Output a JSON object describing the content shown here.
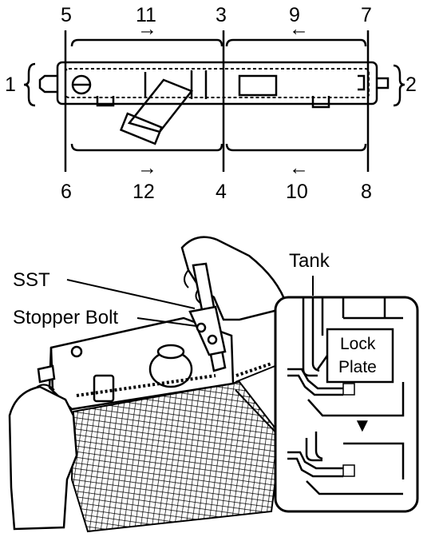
{
  "sequence_labels": {
    "top_5": "5",
    "top_11": "11",
    "top_3": "3",
    "top_9": "9",
    "top_7": "7",
    "left_1": "1",
    "right_2": "2",
    "bottom_6": "6",
    "bottom_12": "12",
    "bottom_4": "4",
    "bottom_10": "10",
    "bottom_8": "8"
  },
  "callouts": {
    "sst": "SST",
    "stopper_bolt": "Stopper Bolt",
    "tank": "Tank",
    "lock": "Lock",
    "plate": "Plate"
  },
  "arrows": {
    "top_11": "→",
    "top_9": "←",
    "bottom_12": "→",
    "bottom_10": "←",
    "detail": "▼"
  }
}
